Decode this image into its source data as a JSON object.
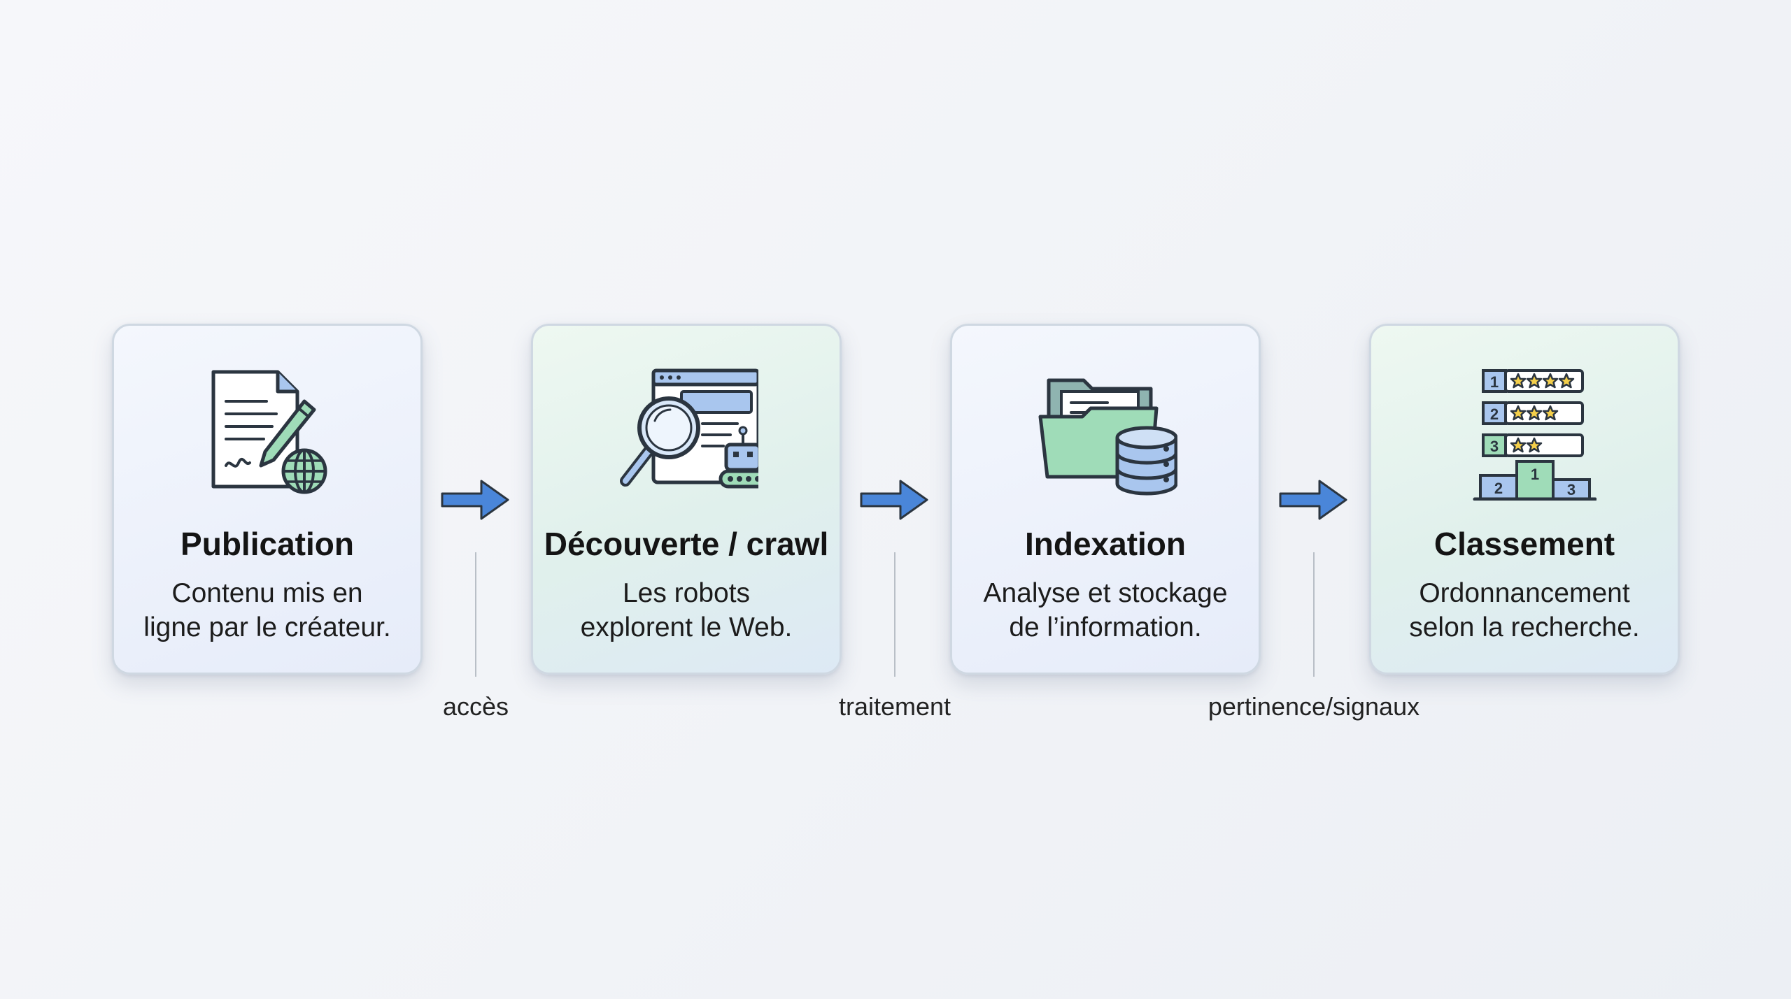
{
  "steps": [
    {
      "title": "Publication",
      "desc_line1": "Contenu mis en",
      "desc_line2": "ligne par le créateur.",
      "icon": "document-pen-globe-icon"
    },
    {
      "title": "Découverte / crawl",
      "desc_line1": "Les robots",
      "desc_line2": "explorent le Web.",
      "icon": "magnifier-robot-icon"
    },
    {
      "title": "Indexation",
      "desc_line1": "Analyse et stockage",
      "desc_line2": "de l’information.",
      "icon": "folder-database-icon"
    },
    {
      "title": "Classement",
      "desc_line1": "Ordonnancement",
      "desc_line2": "selon la recherche.",
      "icon": "ranking-podium-icon"
    }
  ],
  "connectors": [
    {
      "label": "accès"
    },
    {
      "label": "traitement"
    },
    {
      "label": "pertinence/signaux"
    }
  ],
  "podium": {
    "rank_1": "1",
    "rank_2": "2",
    "rank_3": "3"
  },
  "colors": {
    "arrow": "#4a86d9",
    "icon_green": "#9fdcb8",
    "icon_blue": "#a9c6ee",
    "outline": "#2b3540"
  }
}
